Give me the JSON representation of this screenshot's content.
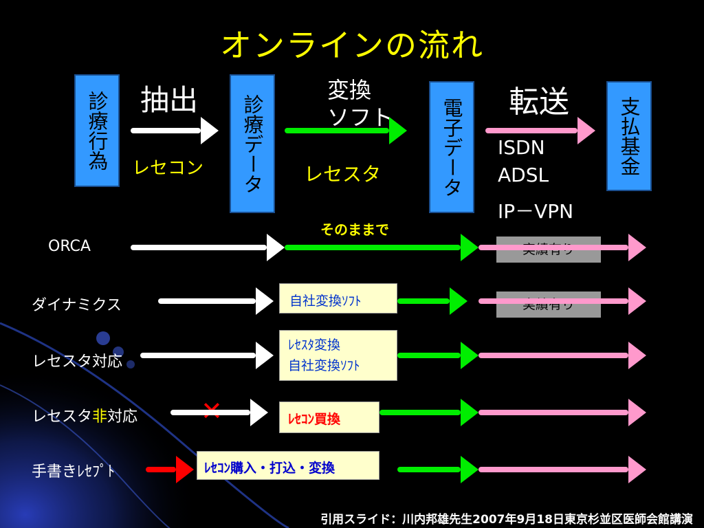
{
  "title": "オンラインの流れ",
  "top_flow": {
    "box_shinryo_koui": "診療行為",
    "box_shinryo_data": "診療データ",
    "box_denshi_data": "電子データ",
    "box_shiharai": "支払基金",
    "label_chushutsu": "抽出",
    "label_rececon": "レセコン",
    "label_henkan_line1": "変換",
    "label_henkan_line2": "ソフト",
    "label_resesuta": "レセスタ",
    "label_tenso": "転送",
    "net_isdn": "ISDN",
    "net_adsl": "ADSL",
    "net_ipvpn": "IP－VPN"
  },
  "note_sonomama": "そのままで",
  "rows": [
    {
      "label": "ORCA",
      "result": "実績有り"
    },
    {
      "label": "ダイナミクス",
      "box": "自社変換ｿﾌﾄ",
      "result": "実績有り"
    },
    {
      "label": "レセスタ対応",
      "box_line1": "ﾚｾｽﾀ変換",
      "box_line2": "自社変換ｿﾌﾄ"
    },
    {
      "label_pre": "レセスタ",
      "label_hi": "非",
      "label_post": "対応",
      "cross": "✕",
      "box": "ﾚｾｺﾝ買換"
    },
    {
      "label": "手書きﾚｾﾌﾟﾄ",
      "box": "ﾚｾｺﾝ購入・打込・変換"
    }
  ],
  "footer": "引用スライド：川内邦雄先生2007年9月18日東京杉並区医師会館講演",
  "colors": {
    "title": "#ffff00",
    "box_blue": "#3399ff",
    "arrow_white": "#ffffff",
    "arrow_green": "#00ee00",
    "arrow_pink": "#ff99cc",
    "arrow_red": "#ff0000",
    "cross_red": "#ff0000",
    "label_yellow": "#ffff00"
  }
}
